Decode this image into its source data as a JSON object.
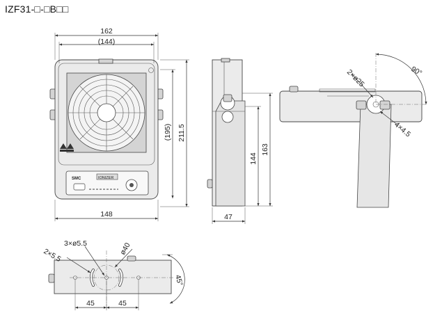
{
  "title": "IZF31-□-□B□□",
  "front_view": {
    "width_label": "162",
    "inner_width_label": "(144)",
    "height_label": "211.5",
    "inner_height_label": "(195)",
    "base_label": "148"
  },
  "side_view": {
    "height_label": "163",
    "bracket_height_label": "144",
    "depth_label": "47"
  },
  "top_view": {
    "angle_label": "90°",
    "holes_label": "2×ø25",
    "slots_label": "4×4.5"
  },
  "bottom_view": {
    "holes_label": "3×ø5.5",
    "circle_label": "ø40",
    "slots_label": "2×5.5",
    "angle_label": "45°",
    "left_pitch_label": "45",
    "right_pitch_label": "45"
  },
  "panel": {
    "brand_label": "SMC",
    "model_label": "IONIZER"
  }
}
